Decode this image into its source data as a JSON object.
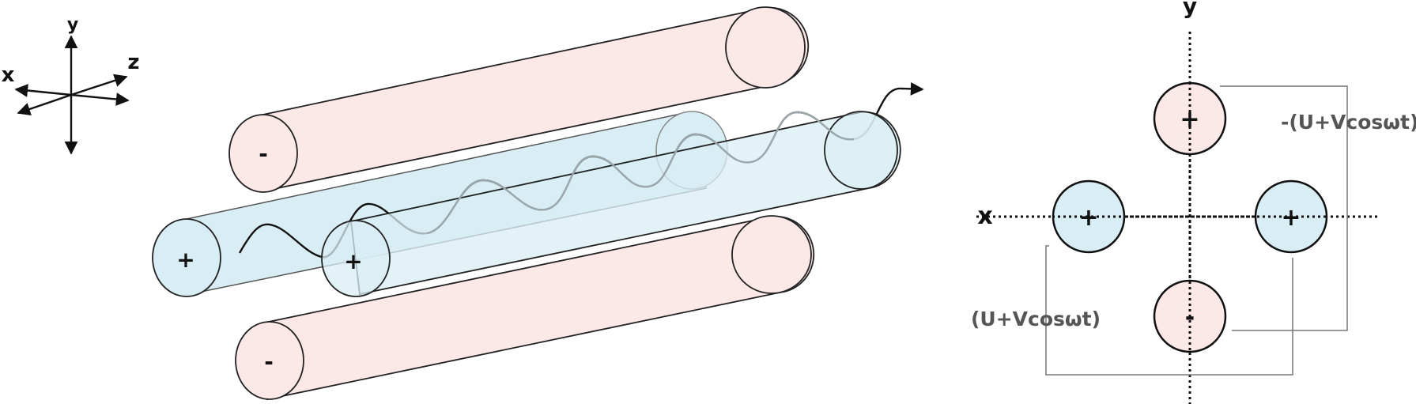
{
  "axes3d": {
    "x": "x",
    "y": "y",
    "z": "z"
  },
  "rods3d": {
    "top_neg": "-",
    "bottom_neg": "-",
    "left_pos": "+",
    "right_pos": "+"
  },
  "cross_section": {
    "axis_x": "x",
    "axis_y": "y",
    "top_rod": "+",
    "left_rod": "+",
    "right_rod": "+",
    "bottom_rod": "-",
    "voltage_pos": "(U+Vcosωt)",
    "voltage_neg": "-(U+Vcosωt)"
  },
  "colors": {
    "pink_rod": "#fde8e8",
    "blue_rod": "#d8eef4",
    "stroke": "#222222",
    "wire": "#777777"
  }
}
